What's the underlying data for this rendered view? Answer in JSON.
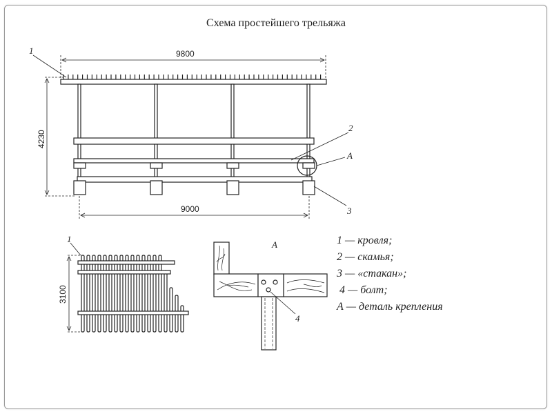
{
  "title": "Схема простейшего трельяжа",
  "front_view": {
    "width_top": "9800",
    "height": "4230",
    "width_bottom": "9000",
    "callouts": [
      "1",
      "2",
      "A",
      "3"
    ]
  },
  "side_view": {
    "height": "3100",
    "callout": "1"
  },
  "detail_view": {
    "label": "A",
    "callout": "4"
  },
  "legend": [
    "1 — кровля;",
    "2 — скамья;",
    "3 — «стакан»;",
    "4 — болт;",
    "А — деталь крепления"
  ]
}
